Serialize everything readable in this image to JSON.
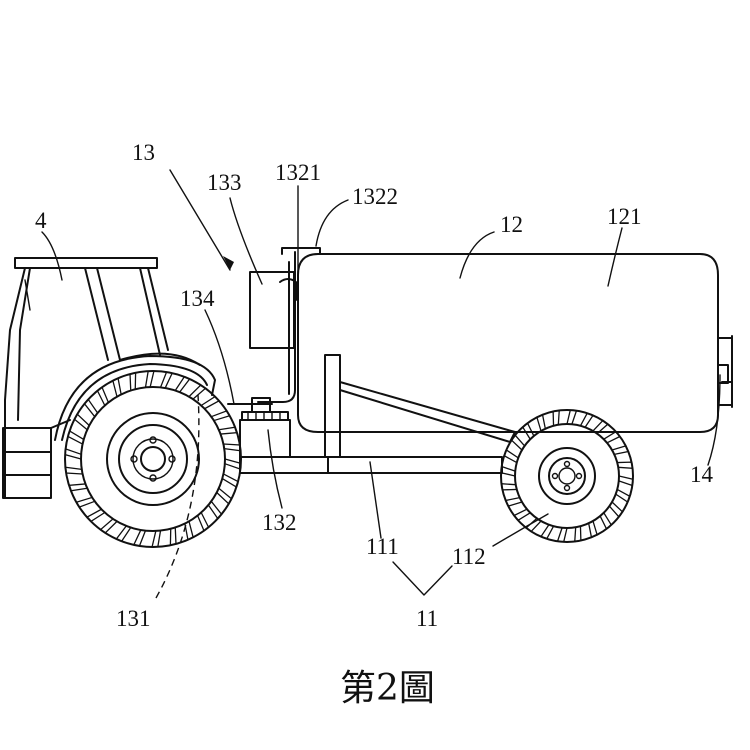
{
  "figure": {
    "caption": "第2圖",
    "labels": {
      "l4": "4",
      "l13": "13",
      "l133": "133",
      "l1321": "1321",
      "l1322": "1322",
      "l12": "12",
      "l121": "121",
      "l134": "134",
      "l132": "132",
      "l131": "131",
      "l111": "111",
      "l112": "112",
      "l11": "11",
      "l14": "14"
    }
  }
}
